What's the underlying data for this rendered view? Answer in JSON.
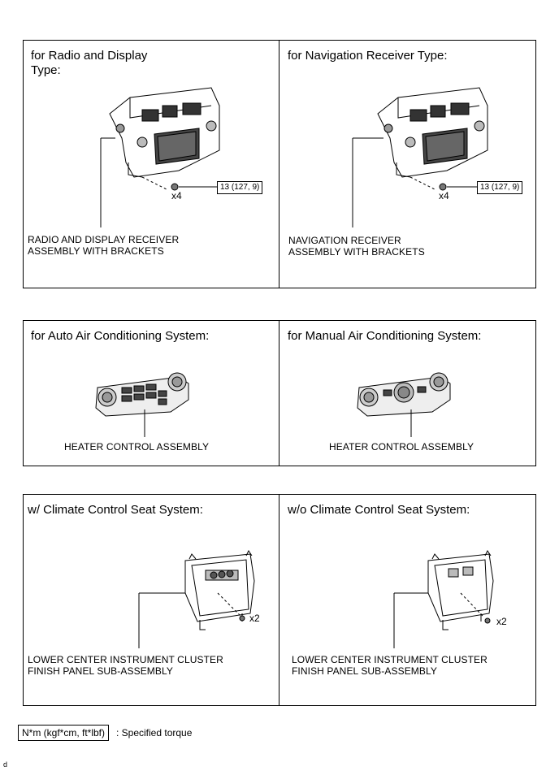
{
  "panels": [
    {
      "title": "for Radio and Display\nType:",
      "label": "RADIO AND DISPLAY RECEIVER\nASSEMBLY WITH BRACKETS",
      "torque": "13 (127, 9)",
      "qty": "x4"
    },
    {
      "title": "for Navigation Receiver Type:",
      "label": "NAVIGATION RECEIVER\nASSEMBLY WITH BRACKETS",
      "torque": "13 (127, 9)",
      "qty": "x4"
    },
    {
      "title": "for Auto Air Conditioning System:",
      "label": "HEATER CONTROL ASSEMBLY"
    },
    {
      "title": "for Manual Air Conditioning System:",
      "label": "HEATER CONTROL ASSEMBLY"
    },
    {
      "title": "w/ Climate Control Seat System:",
      "label": "LOWER CENTER INSTRUMENT CLUSTER\nFINISH PANEL SUB-ASSEMBLY",
      "qty": "x2"
    },
    {
      "title": "w/o Climate Control Seat System:",
      "label": "LOWER CENTER INSTRUMENT CLUSTER\nFINISH PANEL SUB-ASSEMBLY",
      "qty": "x2"
    }
  ],
  "legend": {
    "unit": "N*m (kgf*cm, ft*lbf)",
    "text": ": Specified torque"
  },
  "figure_code": "d"
}
